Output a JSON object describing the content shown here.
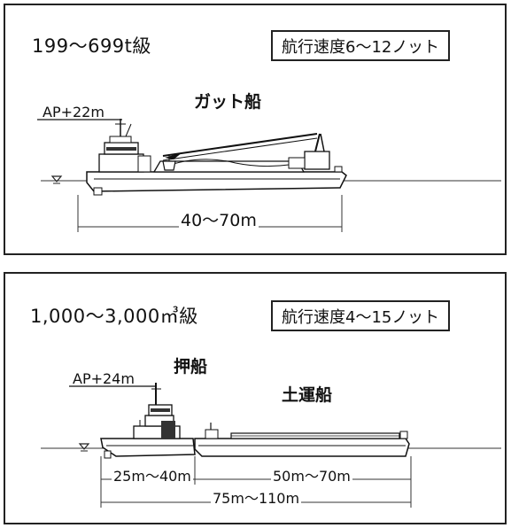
{
  "top": {
    "tonnage": "199～699t級",
    "speed": "航行速度6～12ノット",
    "ship_name": "ガット船",
    "ap_height": "AP+22m",
    "length": "40～70m"
  },
  "bottom": {
    "tonnage": "1,000～3,000㎥級",
    "speed": "航行速度4～15ノット",
    "pusher_name": "押船",
    "barge_name": "土運船",
    "ap_height": "AP+24m",
    "pusher_length": "25m～40m",
    "barge_length": "50m～70m",
    "total_length": "75m～110m"
  }
}
